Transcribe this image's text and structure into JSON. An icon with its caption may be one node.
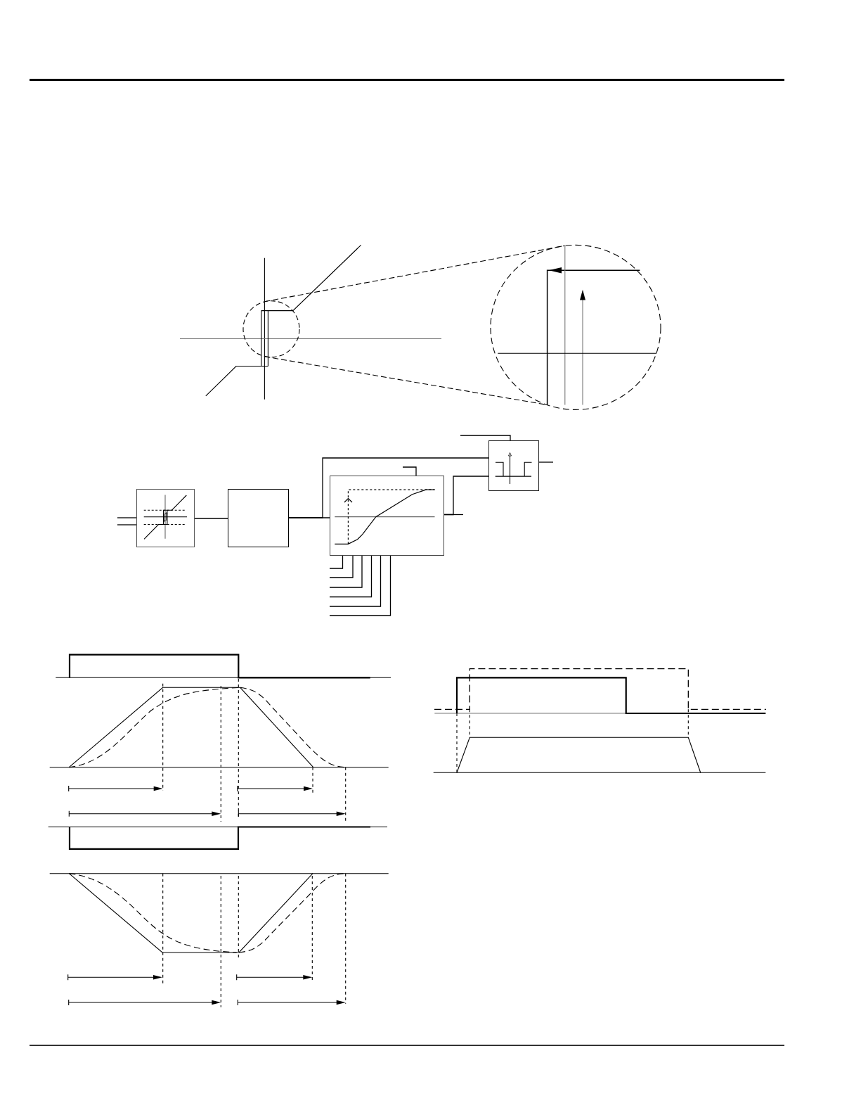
{
  "diagram": {
    "nodes": [
      {
        "text": [],
        "shape": "box"
      },
      {
        "text": [],
        "shape": "box"
      },
      {
        "text": [],
        "shape": "box"
      },
      {
        "text": [],
        "shape": "box"
      }
    ],
    "edges": [
      {
        "from": null,
        "to": 0,
        "arrow": "none"
      },
      {
        "from": null,
        "to": 0,
        "arrow": "none"
      },
      {
        "from": 0,
        "to": 1,
        "arrow": "none"
      },
      {
        "from": 1,
        "to": 2,
        "arrow": "none"
      },
      {
        "from": 1,
        "to": 3,
        "arrow": "none"
      },
      {
        "from": 2,
        "to": 3,
        "arrow": "none"
      },
      {
        "from": 2,
        "to": null,
        "arrow": "none"
      },
      {
        "from": null,
        "to": 2,
        "arrow": "none"
      },
      {
        "from": null,
        "to": 3,
        "arrow": "none"
      },
      {
        "from": 3,
        "to": null,
        "arrow": "none"
      },
      {
        "from": null,
        "to": 2,
        "arrow": "none"
      },
      {
        "from": null,
        "to": 2,
        "arrow": "none"
      },
      {
        "from": null,
        "to": 2,
        "arrow": "none"
      },
      {
        "from": null,
        "to": 2,
        "arrow": "none"
      },
      {
        "from": null,
        "to": 2,
        "arrow": "none"
      },
      {
        "from": null,
        "to": 2,
        "arrow": "none"
      }
    ]
  }
}
